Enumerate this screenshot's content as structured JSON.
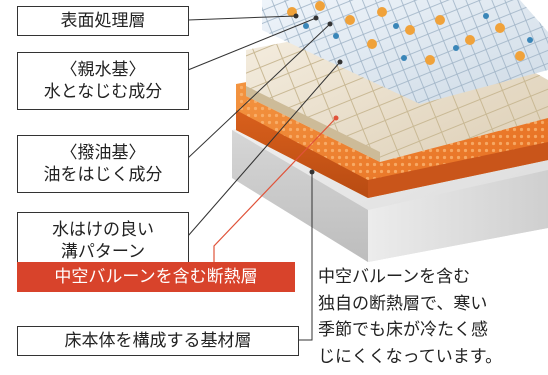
{
  "labels": {
    "surface_layer": [
      "表面処理層"
    ],
    "hydrophilic": [
      "〈親水基〉",
      "水となじむ成分"
    ],
    "oil_repellent": [
      "〈撥油基〉",
      "油をはじく成分"
    ],
    "groove_pattern": [
      "水はけの良い",
      "溝パターン"
    ],
    "insulation_layer": [
      "中空バルーンを含む断熱層"
    ],
    "base_layer": [
      "床本体を構成する基材層"
    ]
  },
  "description": [
    "中空バルーンを含む",
    "独自の断熱層で、寒い",
    "季節でも床が冷たく感",
    "じにくくなっています。"
  ],
  "colors": {
    "highlight": "#d8432b",
    "leader": "#333333",
    "highlight_leader": "#e0533a",
    "orange_layer": "#ec7a2a",
    "beige_tile": "#ede3d0",
    "grey_base": "#e4e4e4"
  }
}
